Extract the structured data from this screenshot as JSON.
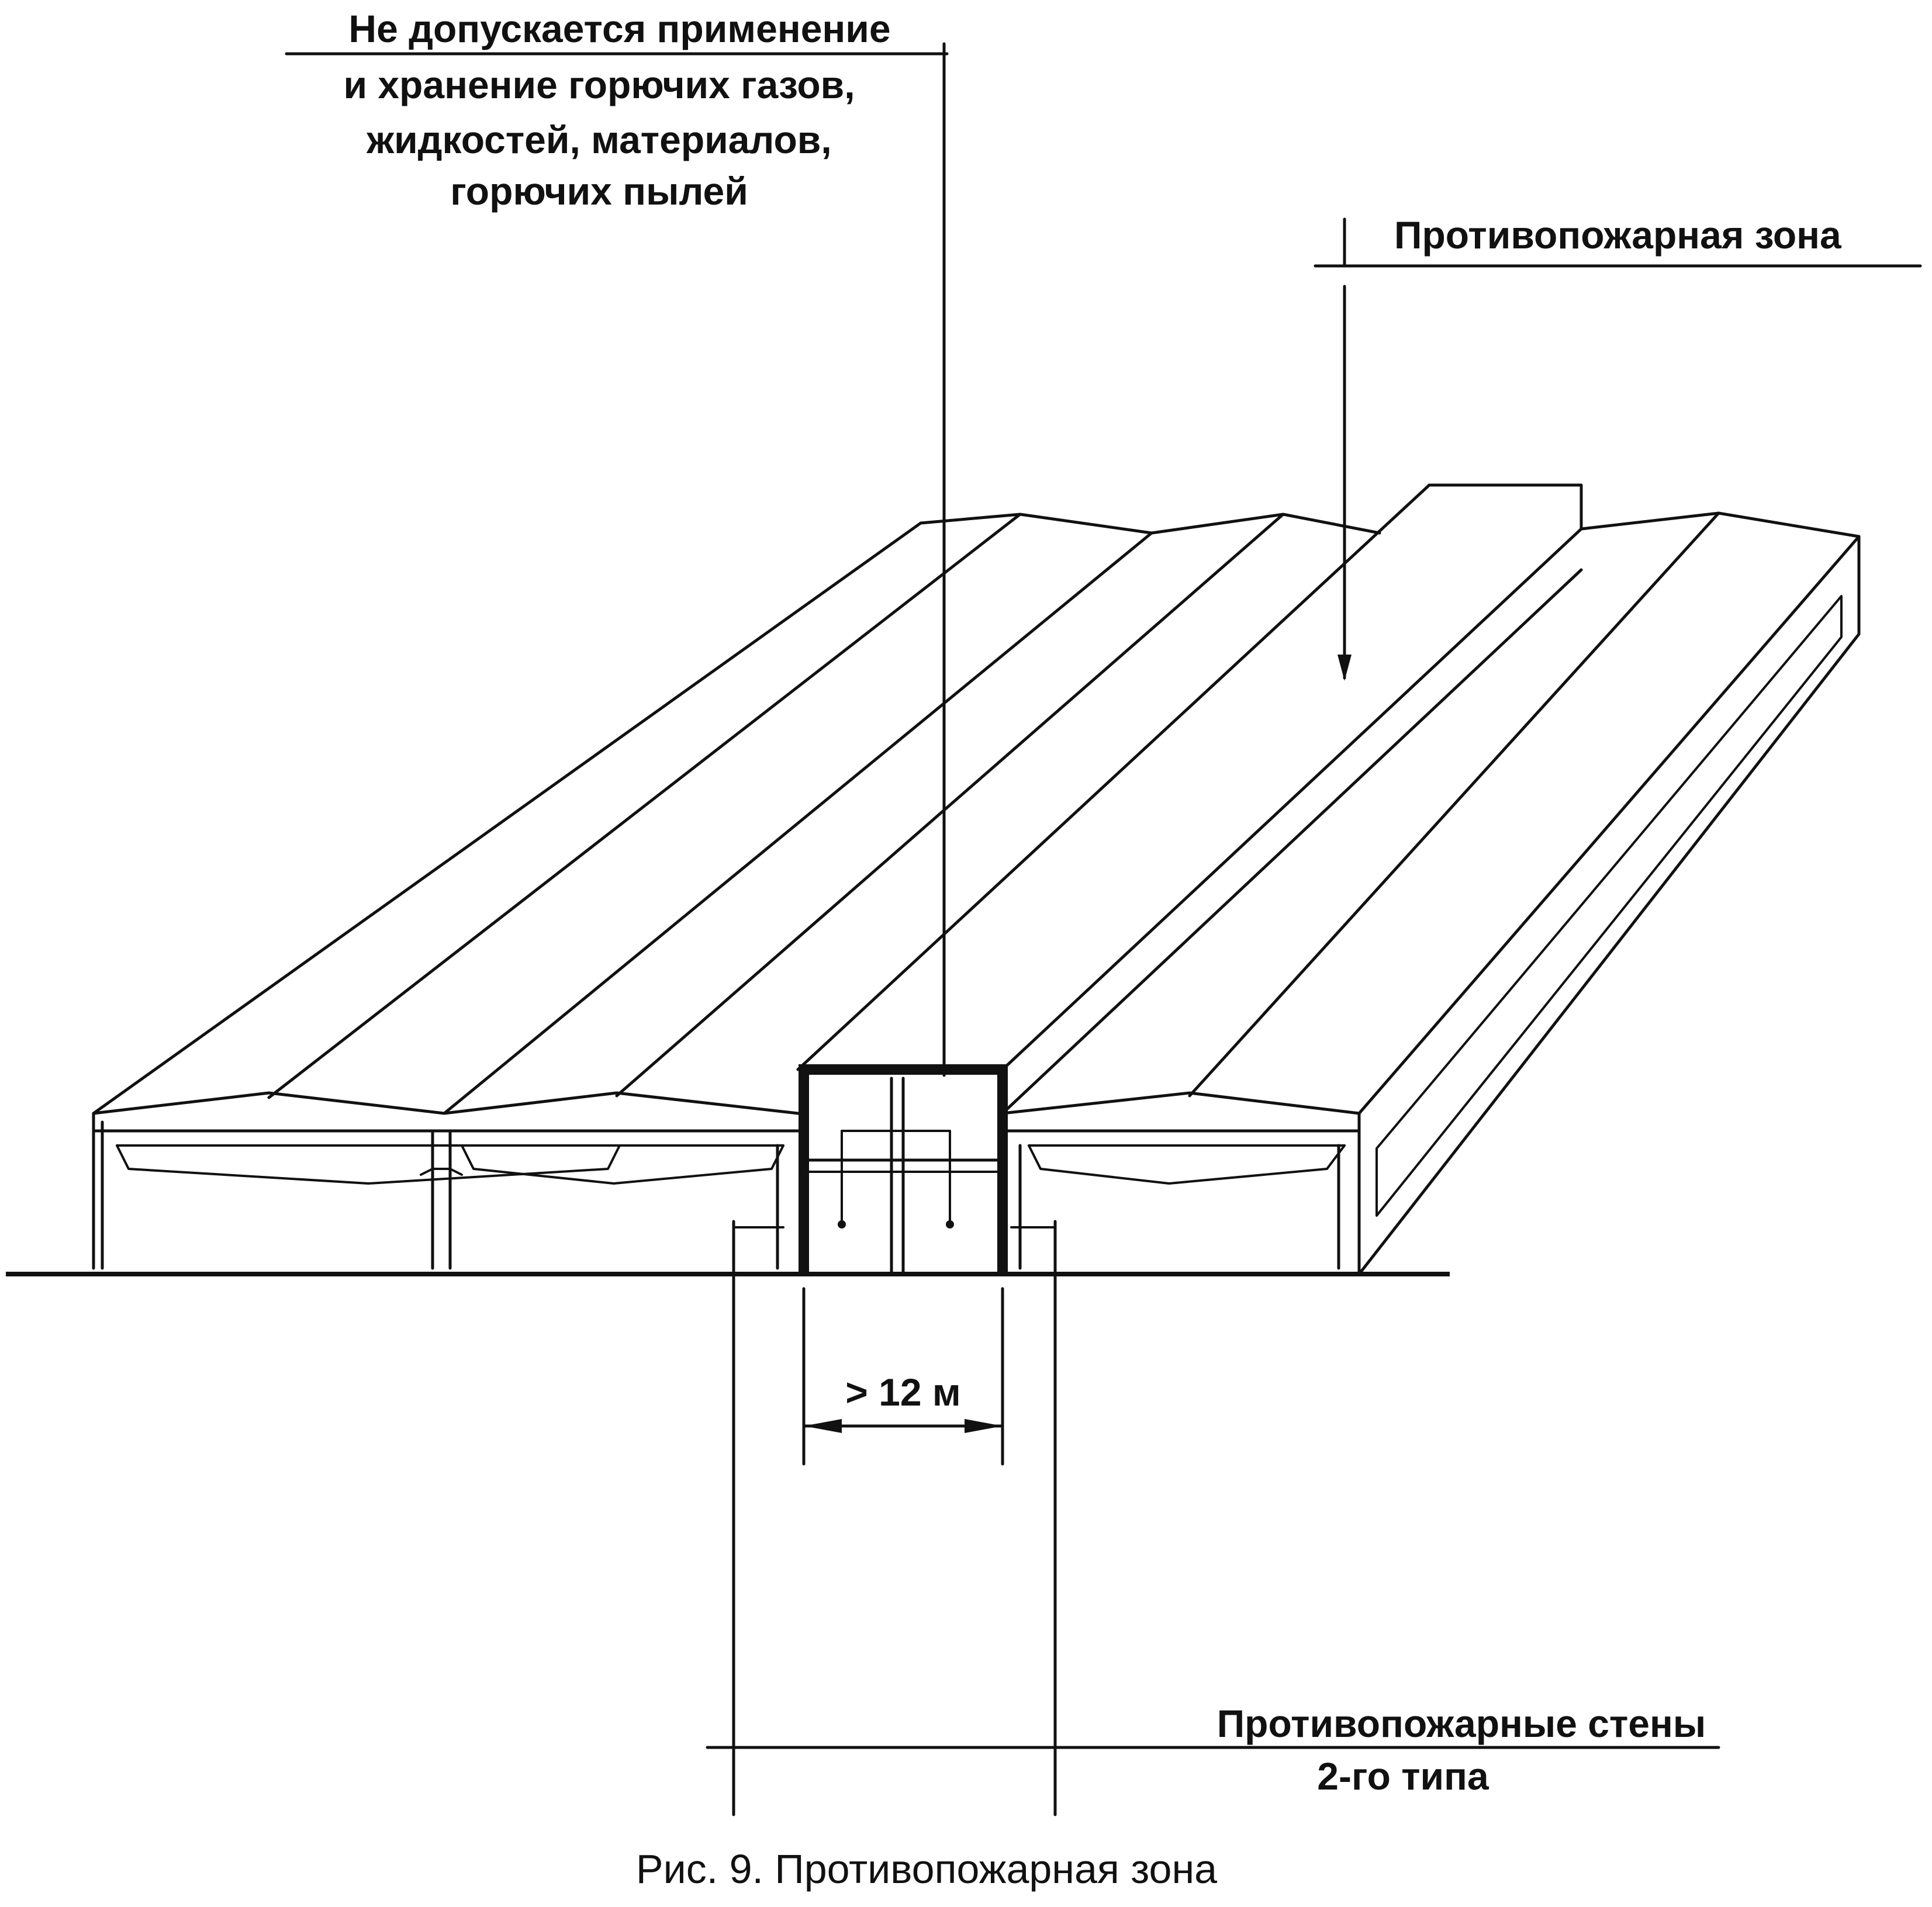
{
  "labels": {
    "top_note": [
      "Не допускается применение",
      "и хранение горючих газов,",
      "жидкостей, материалов,",
      "горючих пылей"
    ],
    "fire_zone": "Противопожарная зона",
    "dimension": "> 12 м",
    "walls": [
      "Противопожарные стены",
      "2-го типа"
    ]
  },
  "caption": "Рис. 9. Противопожарная зона"
}
